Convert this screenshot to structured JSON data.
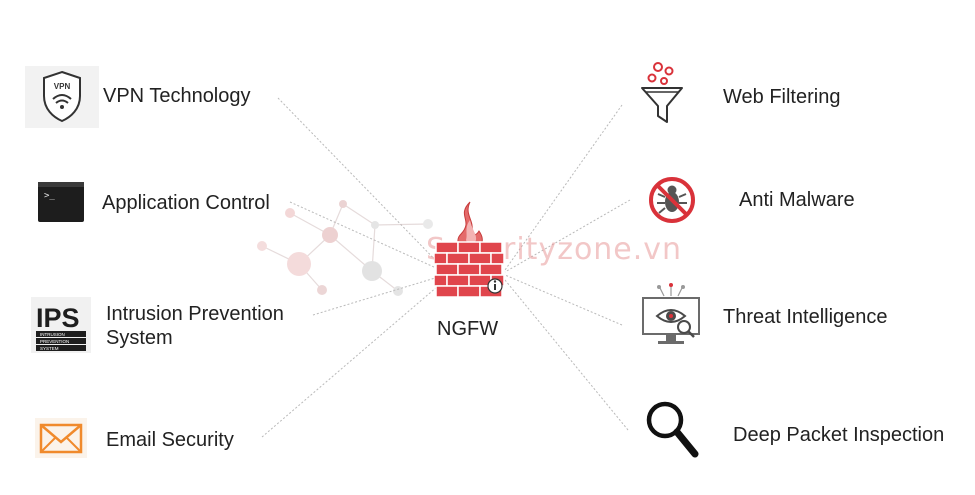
{
  "center": {
    "label": "NGFW"
  },
  "watermark": "Securityzone.vn",
  "left_features": [
    {
      "label": "VPN Technology",
      "icon": "vpn-shield-icon"
    },
    {
      "label": "Application Control",
      "icon": "terminal-icon"
    },
    {
      "label": "Intrusion Prevention System",
      "icon": "ips-icon"
    },
    {
      "label": "Email Security",
      "icon": "envelope-icon"
    }
  ],
  "right_features": [
    {
      "label": "Web Filtering",
      "icon": "funnel-icon"
    },
    {
      "label": "Anti Malware",
      "icon": "no-bug-icon"
    },
    {
      "label": "Threat Intelligence",
      "icon": "monitor-eye-icon"
    },
    {
      "label": "Deep Packet Inspection",
      "icon": "magnifier-icon"
    }
  ],
  "ips_icon_text": {
    "big": "IPS",
    "line1": "INTRUSION",
    "line2": "PREVENTION",
    "line3": "SYSTEM"
  },
  "colors": {
    "accent": "#d9323a",
    "brick": "#e0454c",
    "line": "#b9b9b9",
    "orange": "#f08a2c"
  }
}
